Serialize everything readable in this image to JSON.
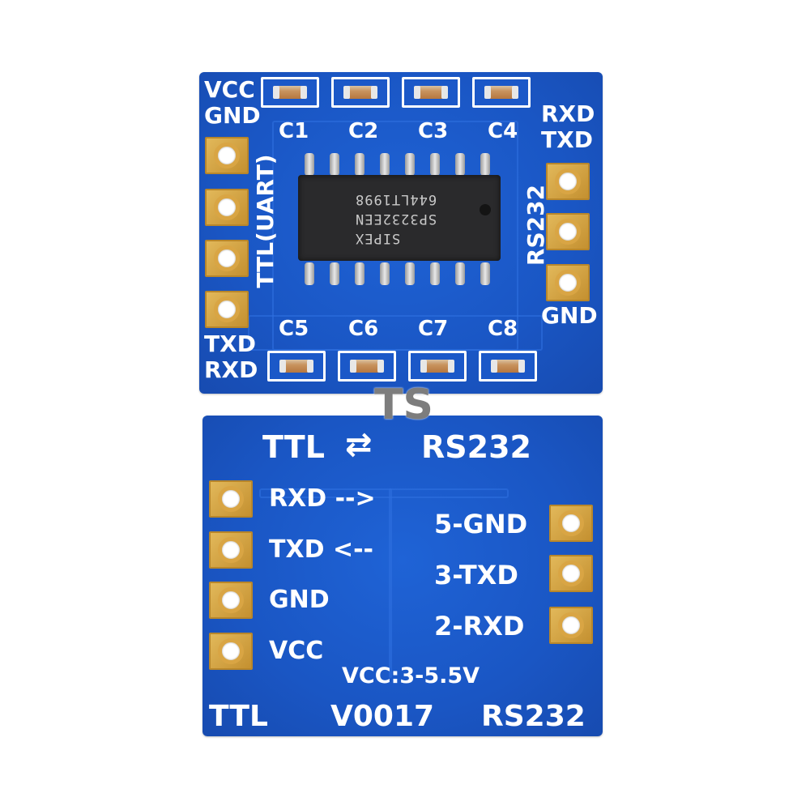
{
  "top_board": {
    "left_labels": {
      "vcc": "VCC",
      "gnd": "GND",
      "txd": "TXD",
      "rxd": "RXD"
    },
    "vertical_left": "TTL(UART)",
    "vertical_right": "RS232",
    "right_labels": {
      "rxd": "RXD",
      "txd": "TXD",
      "gnd": "GND"
    },
    "capacitors_top": [
      "C1",
      "C2",
      "C3",
      "C4"
    ],
    "capacitors_bottom": [
      "C5",
      "C6",
      "C7",
      "C8"
    ],
    "chip": {
      "line1": "SIPEX",
      "line2": "SP3232EEN",
      "line3": "644LT1998"
    }
  },
  "bottom_board": {
    "header_left": "TTL",
    "header_arrows": "⇄",
    "header_right": "RS232",
    "left_pins": [
      "RXD -->",
      "TXD <--",
      "GND",
      "VCC"
    ],
    "right_pins": [
      "5-GND",
      "3-TXD",
      "2-RXD"
    ],
    "voltage": "VCC:3-5.5V",
    "footer_left": "TTL",
    "footer_mid": "V0017",
    "footer_right": "RS232"
  },
  "watermark": "TS",
  "colors": {
    "pcb": "#1a56c4",
    "pad_gold": "#d9a544",
    "silk": "#ffffff"
  }
}
